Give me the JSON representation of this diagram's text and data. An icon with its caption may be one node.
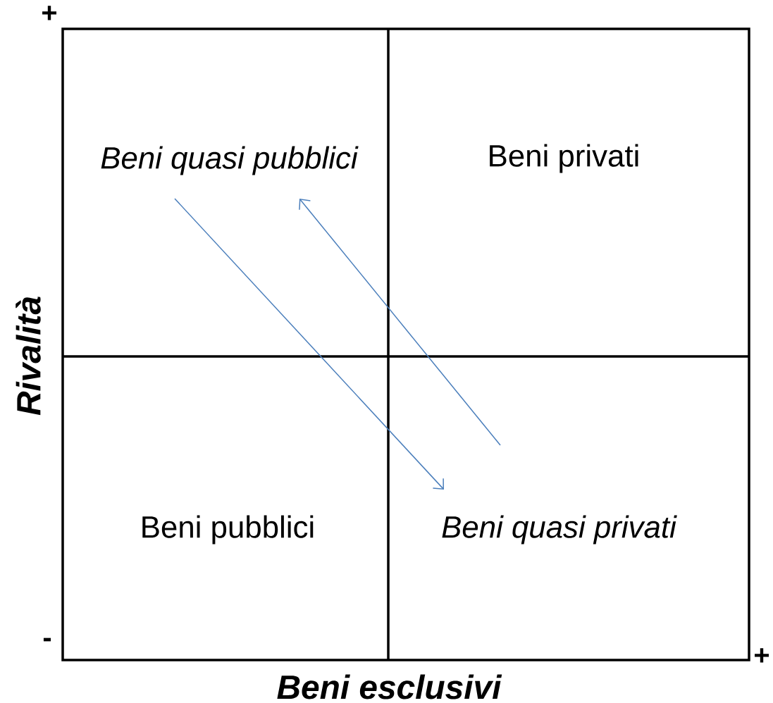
{
  "diagram": {
    "nodes": [
      {
        "text": [
          "Beni quasi pubblici"
        ]
      },
      {
        "text": [
          "Beni privati"
        ]
      },
      {
        "text": [
          "Beni pubblici"
        ]
      },
      {
        "text": [
          "Beni quasi privati"
        ]
      }
    ],
    "edges": [
      {
        "from": 0,
        "to": 3,
        "arrow": "to"
      },
      {
        "from": null,
        "to": 0,
        "arrow": "to"
      }
    ],
    "labels": [
      "+",
      "Rivalità",
      "-",
      "+",
      "Beni esclusivi"
    ]
  }
}
